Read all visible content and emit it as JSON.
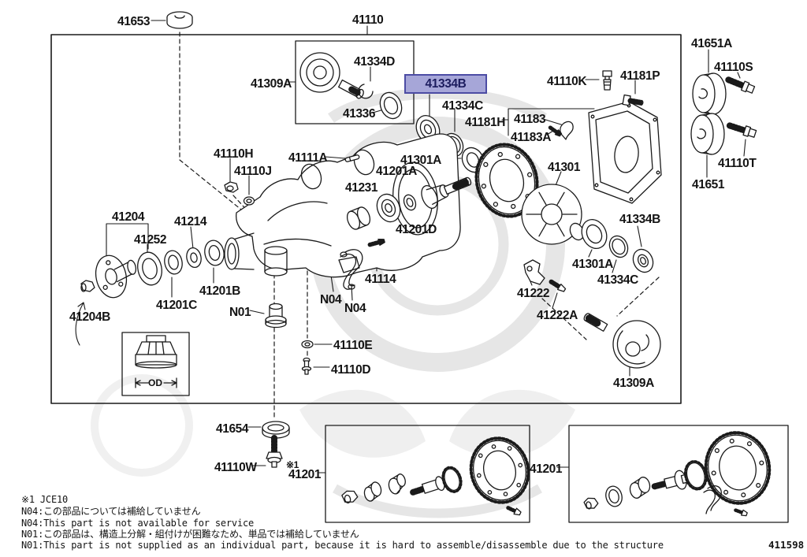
{
  "figure": {
    "code": "411598",
    "od_label": "OD",
    "ref_mark": "※1"
  },
  "colors": {
    "line": "#1a1a1a",
    "highlight_bg": "#a6a6d8",
    "highlight_border": "#4c4ca4",
    "highlight_text": "#1c1c5e",
    "watermark": "#e4e4e4"
  },
  "labels": {
    "41653": "41653",
    "41110": "41110",
    "41309A": "41309A",
    "41334D": "41334D",
    "41336": "41336",
    "41334B": "41334B",
    "41334C": "41334C",
    "41181H": "41181H",
    "41183": "41183",
    "41183A": "41183A",
    "41110K": "41110K",
    "41181P": "41181P",
    "41651A": "41651A",
    "41110S": "41110S",
    "41110T": "41110T",
    "41651": "41651",
    "41301": "41301",
    "41110H": "41110H",
    "41110J": "41110J",
    "41111A": "41111A",
    "41231": "41231",
    "41201A": "41201A",
    "41301A": "41301A",
    "41201D": "41201D",
    "41214": "41214",
    "41204": "41204",
    "41252": "41252",
    "41201C": "41201C",
    "41201B": "41201B",
    "41204B": "41204B",
    "41114": "41114",
    "41110E": "41110E",
    "41110D": "41110D",
    "41222": "41222",
    "41222A": "41222A",
    "41654": "41654",
    "41110W": "41110W",
    "41201": "41201",
    "N01": "N01",
    "N04": "N04"
  },
  "footnotes": [
    "※1 JCE10",
    "N04:この部品については補給していません",
    "N04:This part is not available for service",
    "N01:この部品は、構造上分解・組付けが困難なため、単品では補給していません",
    "N01:This part is not supplied as an individual part, because it is hard to assemble/disassemble due to the structure"
  ]
}
